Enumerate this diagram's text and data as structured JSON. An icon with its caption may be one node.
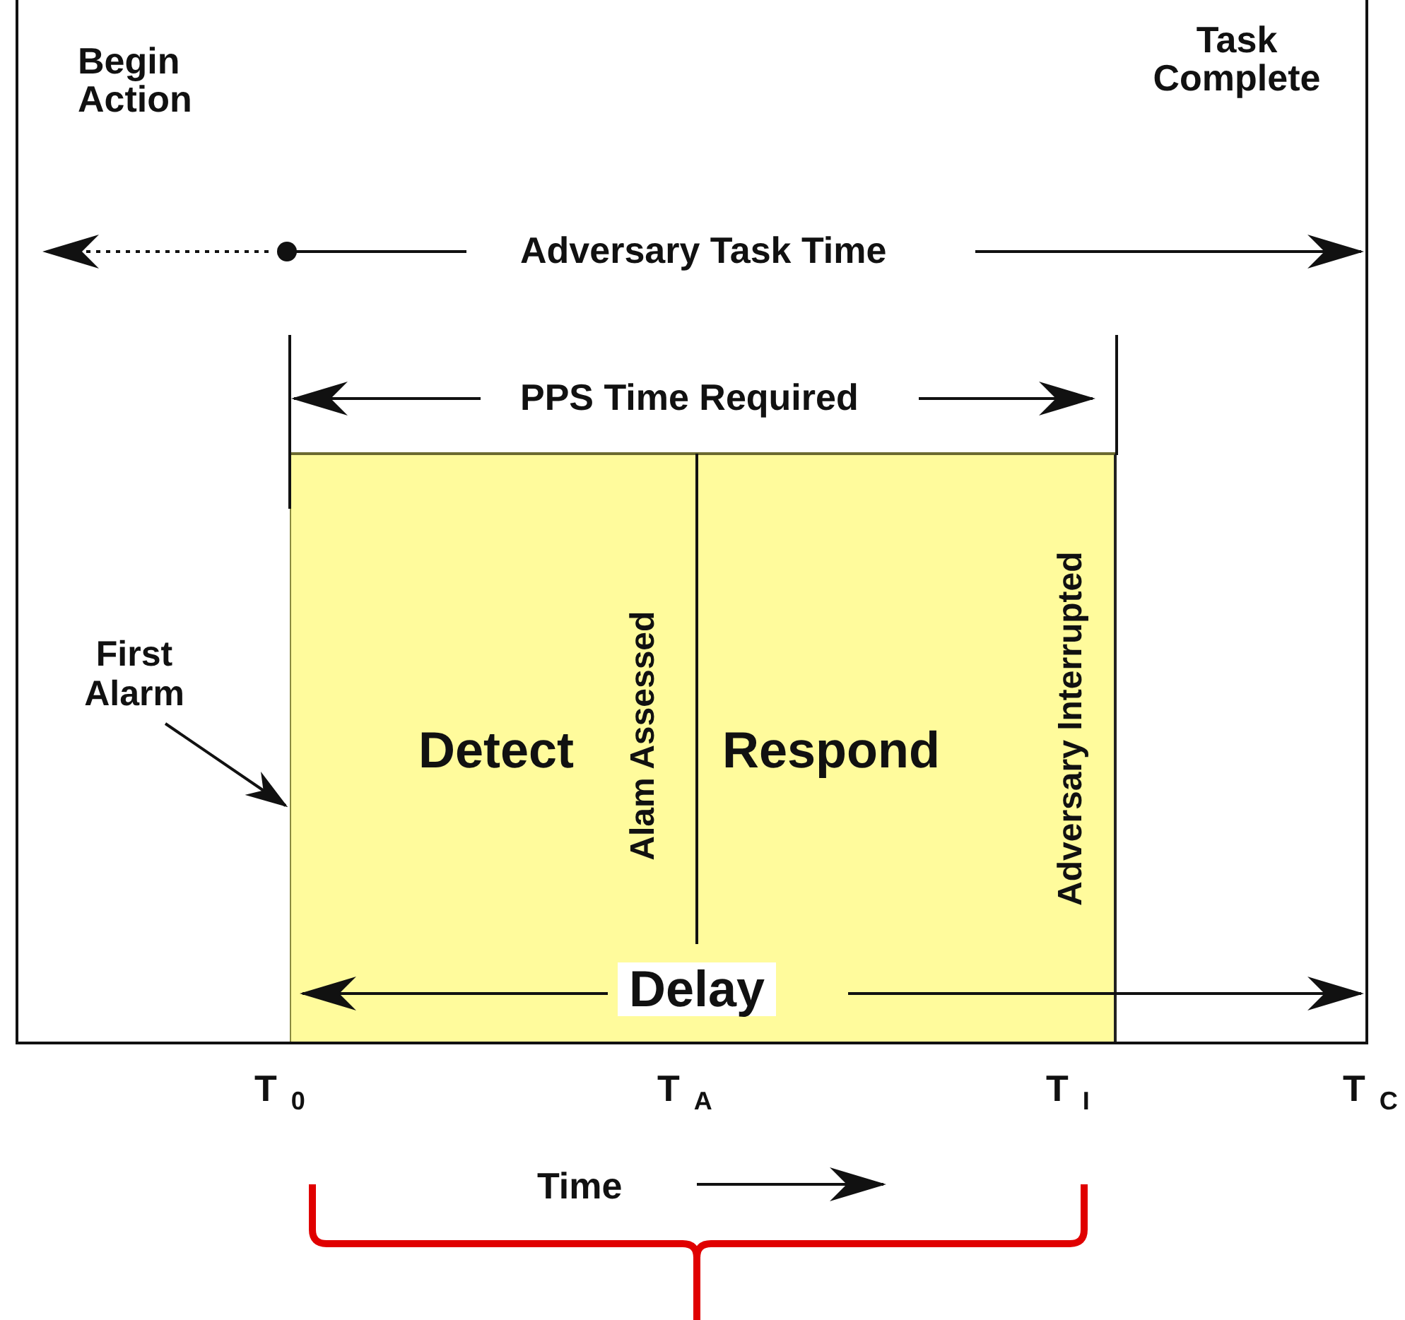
{
  "diagram": {
    "nodes": [
      {
        "text": [
          "First Alarm"
        ]
      },
      {
        "text": [
          "Detect",
          "Respond"
        ]
      }
    ],
    "edges": [
      {
        "from": 0,
        "to": 1,
        "arrow": "to"
      }
    ],
    "labels": [
      "Begin Action",
      "Task Complete",
      "Adversary Task Time",
      "PPS Time Required",
      "Alam Assessed",
      "Adversary Interrupted",
      "Delay",
      "T$_{0}$",
      "T$_{A}$",
      "T$_{I}$",
      "T$_{C}$",
      "Time"
    ]
  }
}
